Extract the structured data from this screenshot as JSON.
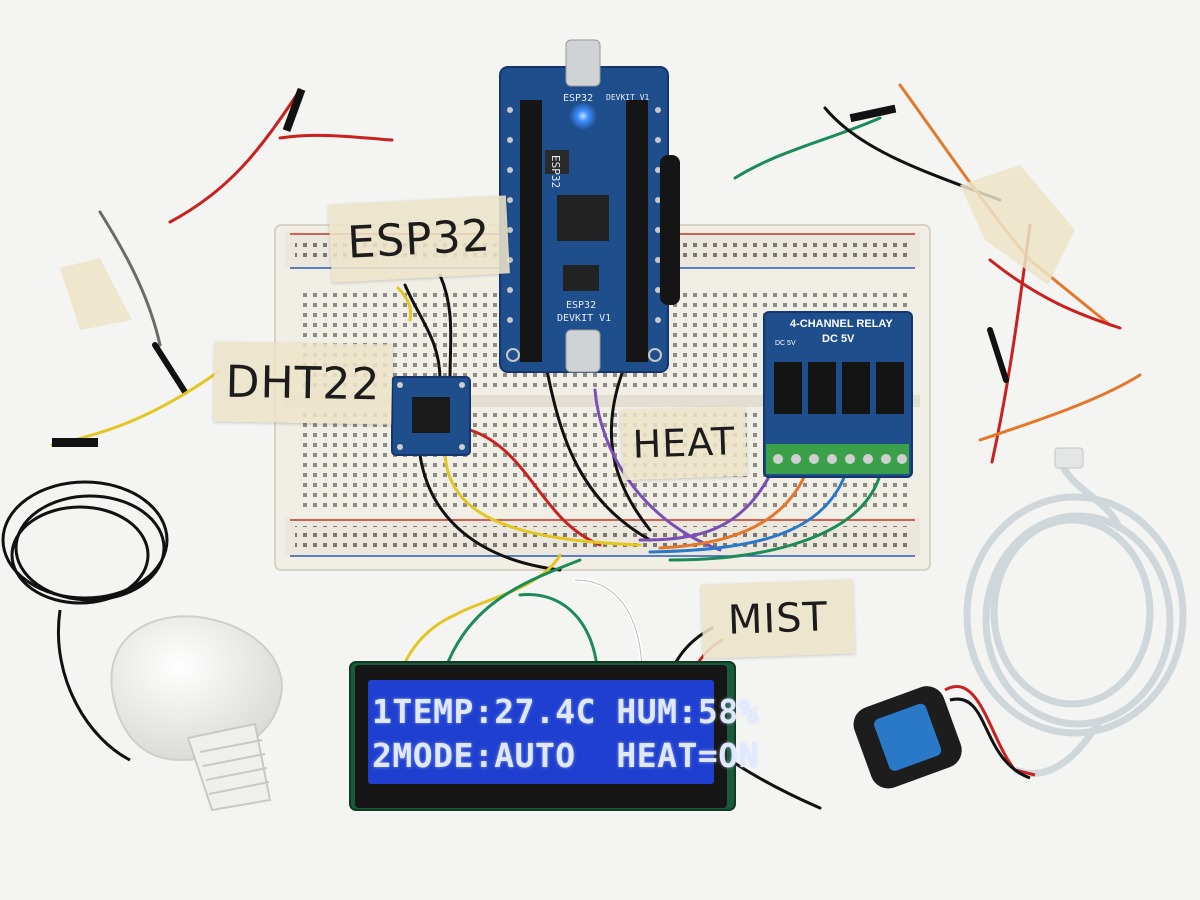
{
  "labels": {
    "esp32_tape": "ESP32",
    "dht22_tape": "DHT22",
    "heat_tape": "HEAT",
    "mist_tape": "MIST"
  },
  "esp32_board": {
    "top_silk": "ESP32",
    "top_silk_right": "DEVKIT V1",
    "chip_silk": "ESP32",
    "bottom_silk_1": "ESP32",
    "bottom_silk_2": "DEVKIT V1"
  },
  "relay_module": {
    "title": "4-CHANNEL RELAY",
    "voltage": "DC 5V",
    "corner_label": "DC 5V"
  },
  "lcd": {
    "row_1": "1TEMP:27.4C HUM:58%",
    "row_2": "2MODE:AUTO  HEAT=ON"
  },
  "colors": {
    "pcb_blue": "#1f4e8c",
    "lcd_background": "#1f3fd0",
    "breadboard": "#f1eee6",
    "tape": "#ece4c8"
  }
}
